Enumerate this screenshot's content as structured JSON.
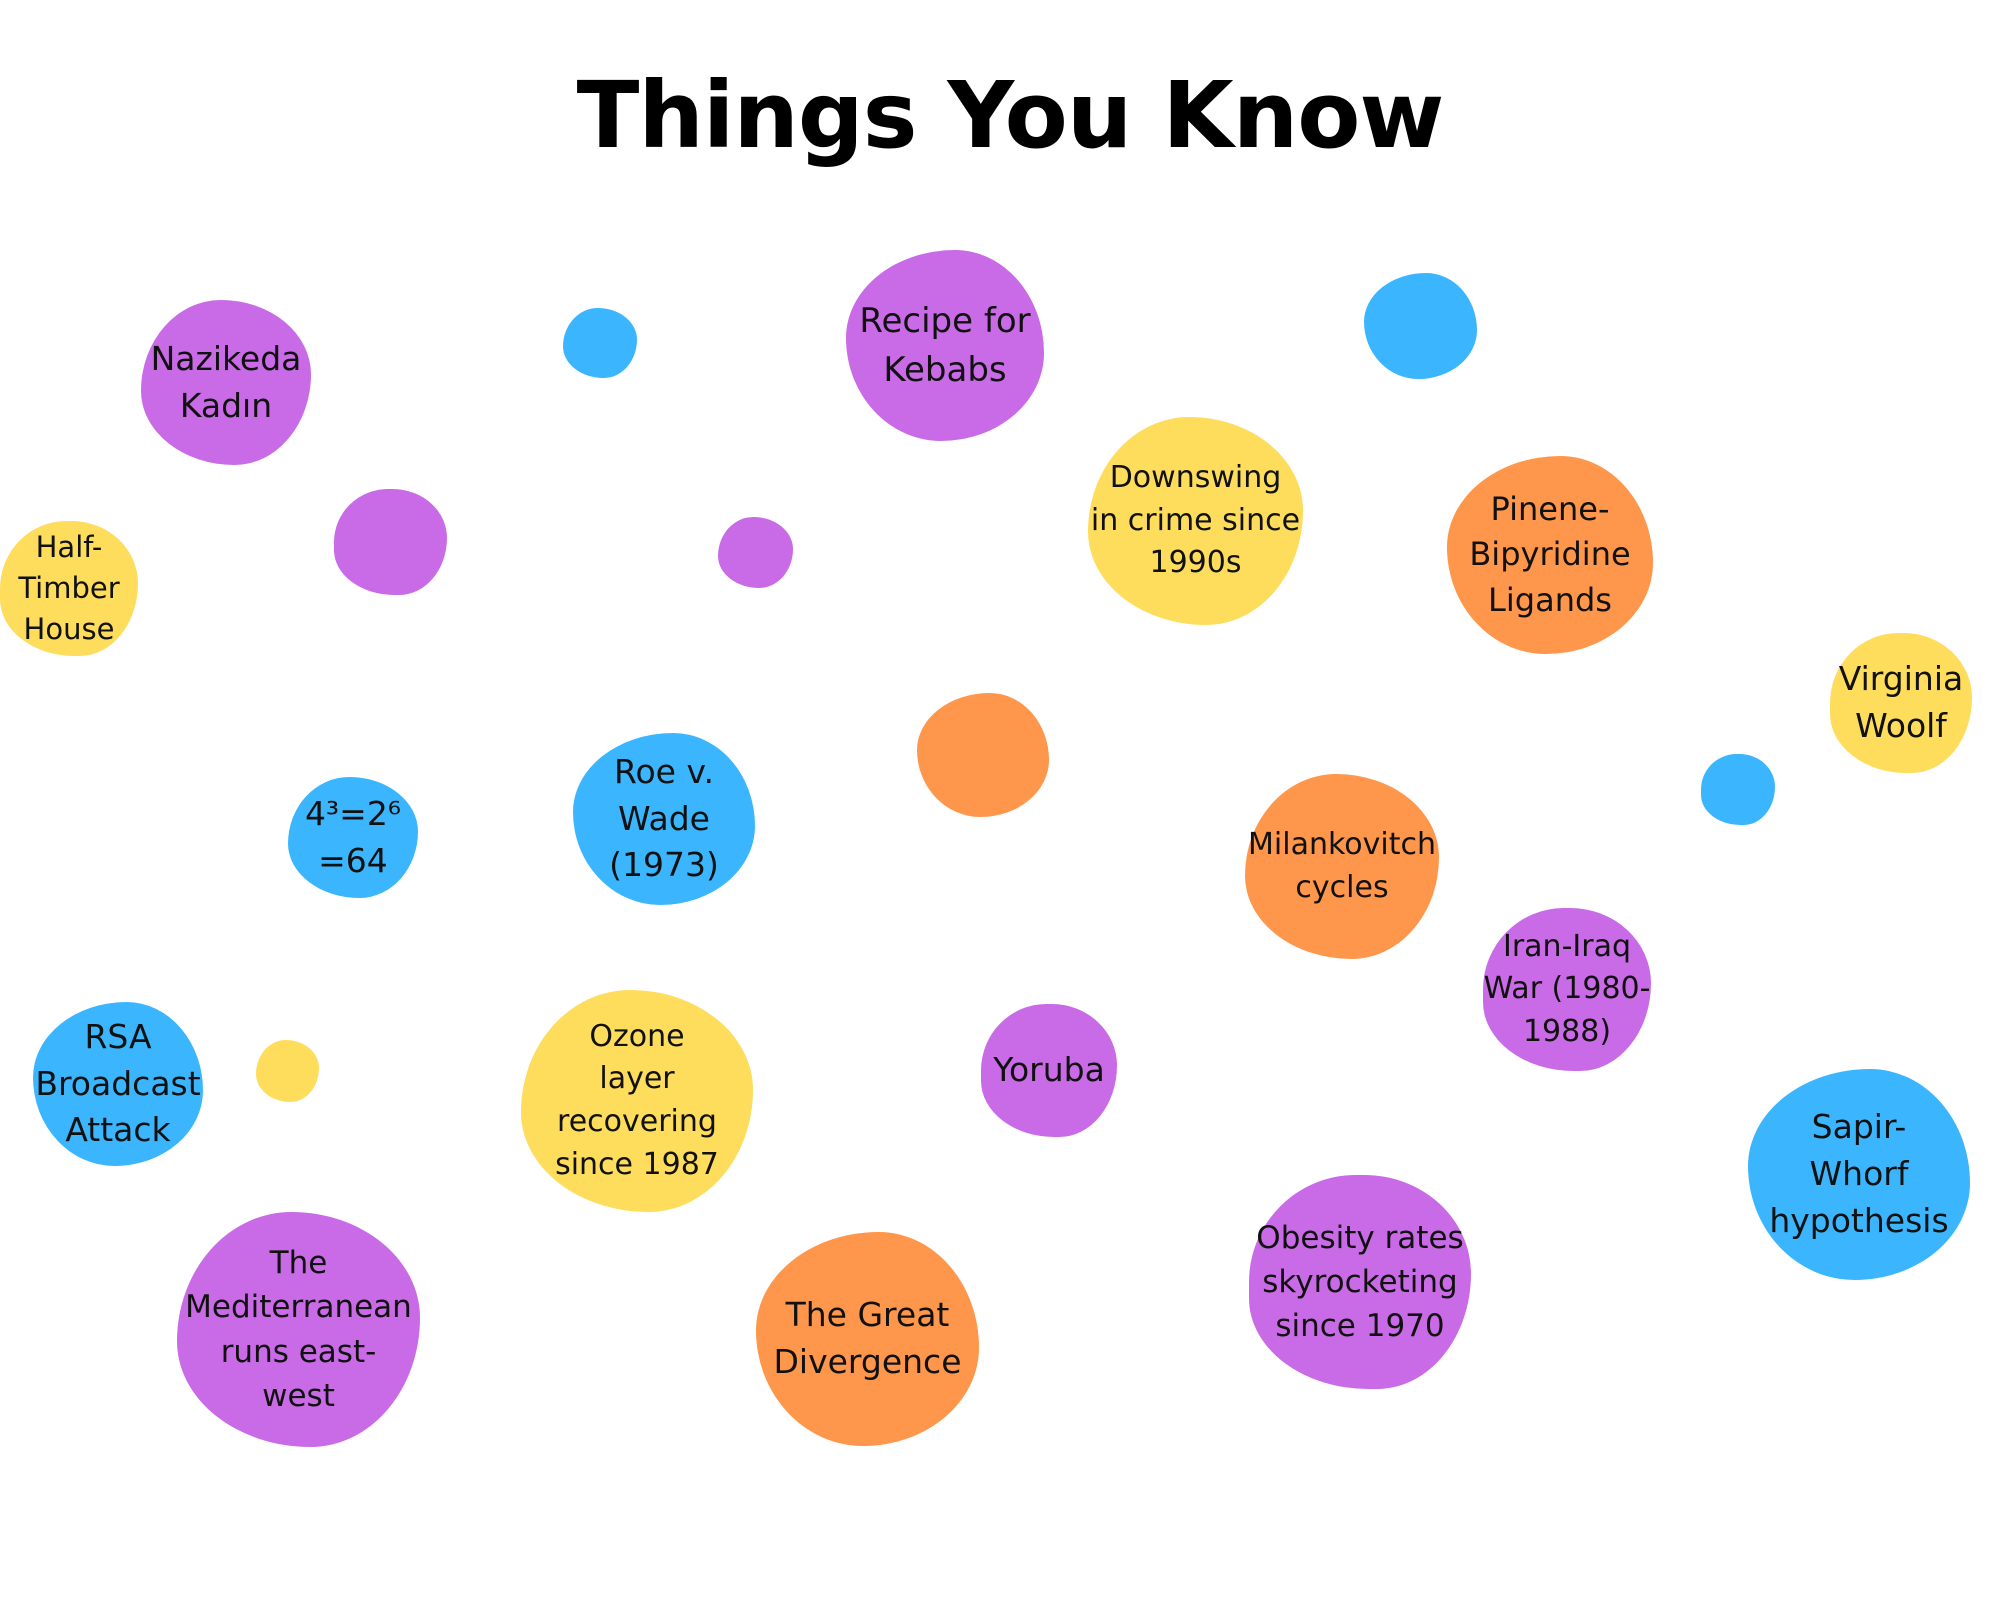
{
  "title": "Things You Know",
  "colors": {
    "purple": "#c96be6",
    "blue": "#3bb6fe",
    "yellow": "#fedc5c",
    "orange": "#fe964b"
  },
  "bubbles": {
    "nazikeda": "Nazikeda\nKadın",
    "kebabs": "Recipe for\nKebabs",
    "half_timber": "Half-\nTimber\nHouse",
    "downswing": "Downswing\nin crime since\n1990s",
    "pinene": "Pinene-\nBipyridine\nLigands",
    "virginia": "Virginia\nWoolf",
    "exponent": "4³=2⁶\n=64",
    "roe": "Roe v.\nWade\n(1973)",
    "milankovitch": "Milankovitch\ncycles",
    "iran_iraq": "Iran-Iraq\nWar (1980-\n1988)",
    "rsa": "RSA\nBroadcast\nAttack",
    "ozone": "Ozone\nlayer recovering\nsince 1987",
    "yoruba": "Yoruba",
    "sapir": "Sapir-\nWhorf\nhypothesis",
    "mediterranean": "The\nMediterranean\nruns east-\nwest",
    "divergence": "The Great\nDivergence",
    "obesity": "Obesity rates\nskyrocketing\nsince 1970"
  }
}
